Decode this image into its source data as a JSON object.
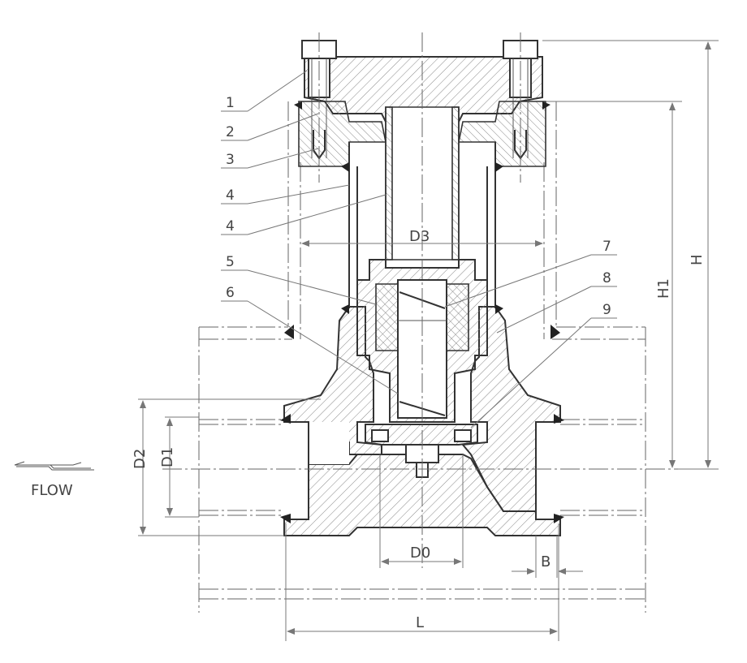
{
  "part_labels": [
    "1",
    "2",
    "3",
    "4",
    "4",
    "5",
    "6",
    "7",
    "8",
    "9"
  ],
  "dimensions": {
    "L": "L",
    "H": "H",
    "H1": "H1",
    "D0": "D0",
    "D1": "D1",
    "D2": "D2",
    "D3": "D3",
    "B": "B"
  },
  "flow_label": "FLOW"
}
